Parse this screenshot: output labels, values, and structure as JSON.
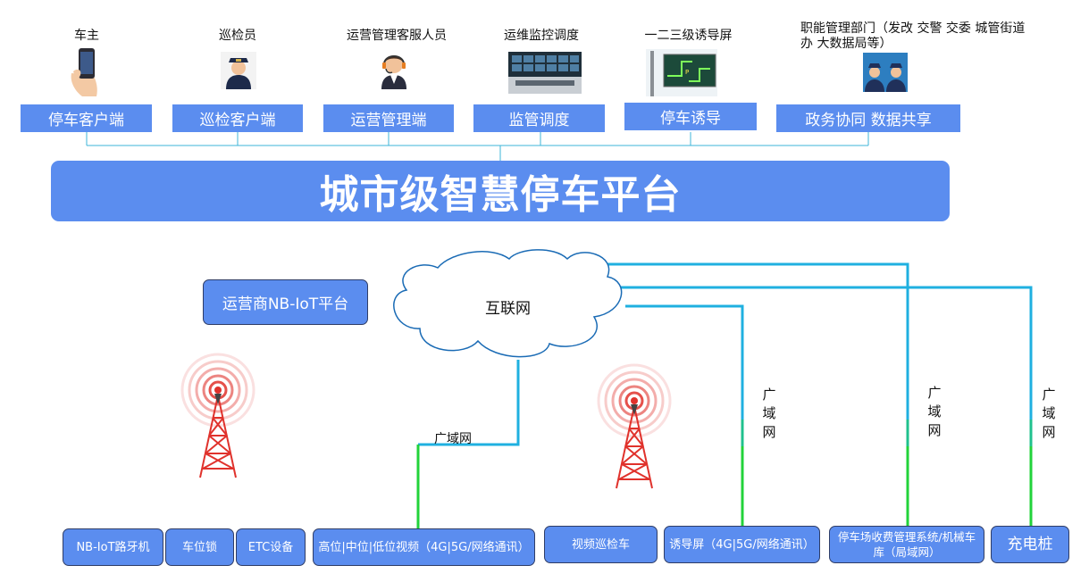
{
  "users": [
    {
      "label": "车主",
      "icon": "phone-in-hand-icon"
    },
    {
      "label": "巡检员",
      "icon": "inspector-icon"
    },
    {
      "label": "运营管理客服人员",
      "icon": "headset-agent-icon"
    },
    {
      "label": "运维监控调度",
      "icon": "control-room-icon"
    },
    {
      "label": "一二三级诱导屏",
      "icon": "guidance-screen-icon"
    },
    {
      "label": "职能管理部门（发改 交警 交委 城管街道办 大数据局等）",
      "icon": "officers-icon"
    }
  ],
  "clients": [
    "停车客户端",
    "巡检客户端",
    "运营管理端",
    "监管调度",
    "停车诱导",
    "政务协同 数据共享"
  ],
  "platform_title": "城市级智慧停车平台",
  "nb_platform": "运营商NB-IoT平台",
  "internet": "互联网",
  "wan_label": "广域网",
  "wan_vertical": [
    "广",
    "域",
    "网"
  ],
  "devices": [
    "NB-IoT路牙机",
    "车位锁",
    "ETC设备",
    "高位|中位|低位视频（4G|5G/网络通讯）",
    "视频巡检车",
    "诱导屏（4G|5G/网络通讯）",
    "停车场收费管理系统/机械车库（局域网）",
    "充电桩"
  ],
  "colors": {
    "box_blue": "#5b8def",
    "connector_blue": "#1fb0e0",
    "link_green": "#22d33a",
    "tower_red": "#e0322c"
  }
}
